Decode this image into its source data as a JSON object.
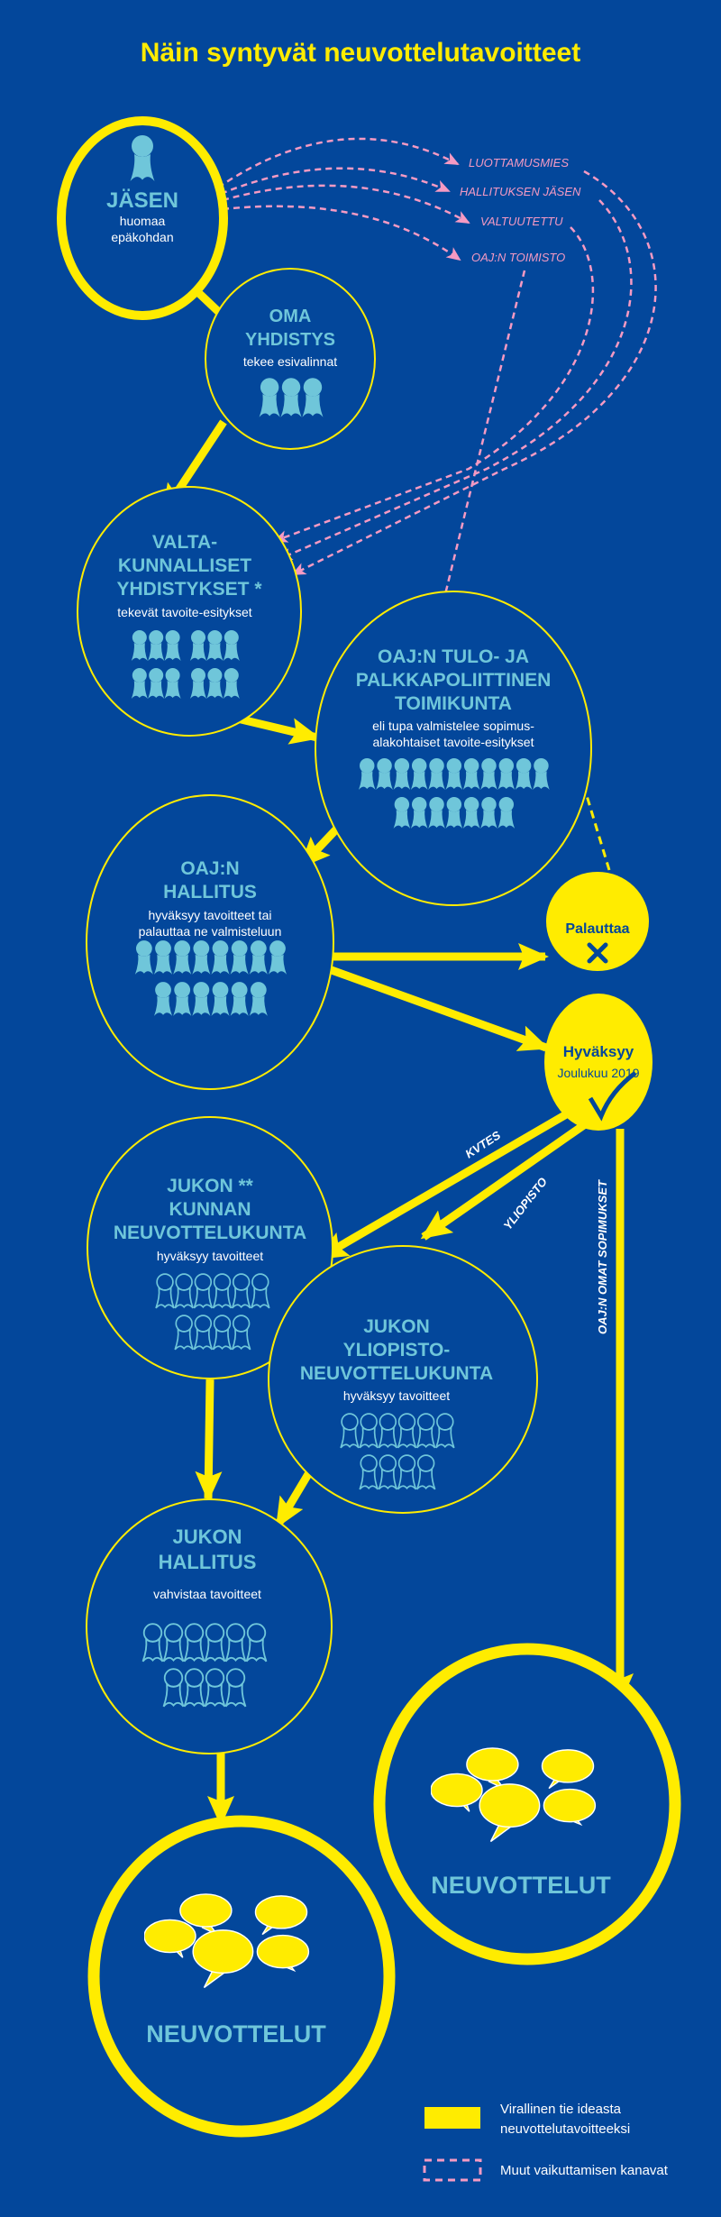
{
  "title": "Näin syntyvät neuvottelutavoitteet",
  "colors": {
    "background": "#03479b",
    "yellow": "#ffec00",
    "lightblue": "#6fc6da",
    "pink": "#f59ac3"
  },
  "nodes": {
    "jasen": {
      "title": "JÄSEN",
      "sub": [
        "huomaa",
        "epäkohdan"
      ]
    },
    "oma": {
      "title": [
        "OMA",
        "YHDISTYS"
      ],
      "sub": "tekee esivalinnat",
      "people": [
        3
      ]
    },
    "valta": {
      "title": [
        "VALTA-",
        "KUNNALLISET",
        "YHDISTYKSET *"
      ],
      "sub": "tekevät tavoite-esitykset",
      "people": [
        6,
        6
      ]
    },
    "tupa": {
      "title": [
        "OAJ:N TULO- JA",
        "PALKKAPOLIITTINEN",
        "TOIMIKUNTA"
      ],
      "sub": [
        "eli tupa valmistelee sopimus-",
        "alakohtaiset tavoite-esitykset"
      ],
      "people": [
        11,
        7
      ]
    },
    "oajhallitus": {
      "title": [
        "OAJ:N",
        "HALLITUS"
      ],
      "sub": [
        "hyväksyy tavoitteet tai",
        "palauttaa ne valmisteluun"
      ],
      "people": [
        8,
        6
      ]
    },
    "palauttaa": {
      "title": "Palauttaa"
    },
    "hyvaksyy": {
      "title": "Hyväksyy",
      "date": "Joulukuu 2019"
    },
    "jukokunta": {
      "title": [
        "JUKON **",
        "KUNNAN",
        "NEUVOTTELUKUNTA"
      ],
      "sub": "hyväksyy tavoitteet",
      "people": [
        6,
        4
      ]
    },
    "jukoyo": {
      "title": [
        "JUKON",
        "YLIOPISTO-",
        "NEUVOTTELUKUNTA"
      ],
      "sub": "hyväksyy tavoitteet",
      "people": [
        6,
        4
      ]
    },
    "jukohallitus": {
      "title": [
        "JUKON",
        "HALLITUS"
      ],
      "sub": "vahvistaa tavoitteet",
      "people": [
        6,
        4
      ]
    },
    "neuvottelut_left": {
      "title": "NEUVOTTELUT"
    },
    "neuvottelut_right": {
      "title": "NEUVOTTELUT"
    }
  },
  "channels": [
    "LUOTTAMUSMIES",
    "HALLITUKSEN JÄSEN",
    "VALTUUTETTU",
    "OAJ:N TOIMISTO"
  ],
  "arrow_labels": {
    "kvtes": "KVTES",
    "yliopisto": "YLIOPISTO",
    "omat": "OAJ:N OMAT SOPIMUKSET"
  },
  "legend": {
    "official": [
      "Virallinen tie ideasta",
      "neuvottelutavoitteeksi"
    ],
    "other": "Muut vaikuttamisen kanavat"
  }
}
